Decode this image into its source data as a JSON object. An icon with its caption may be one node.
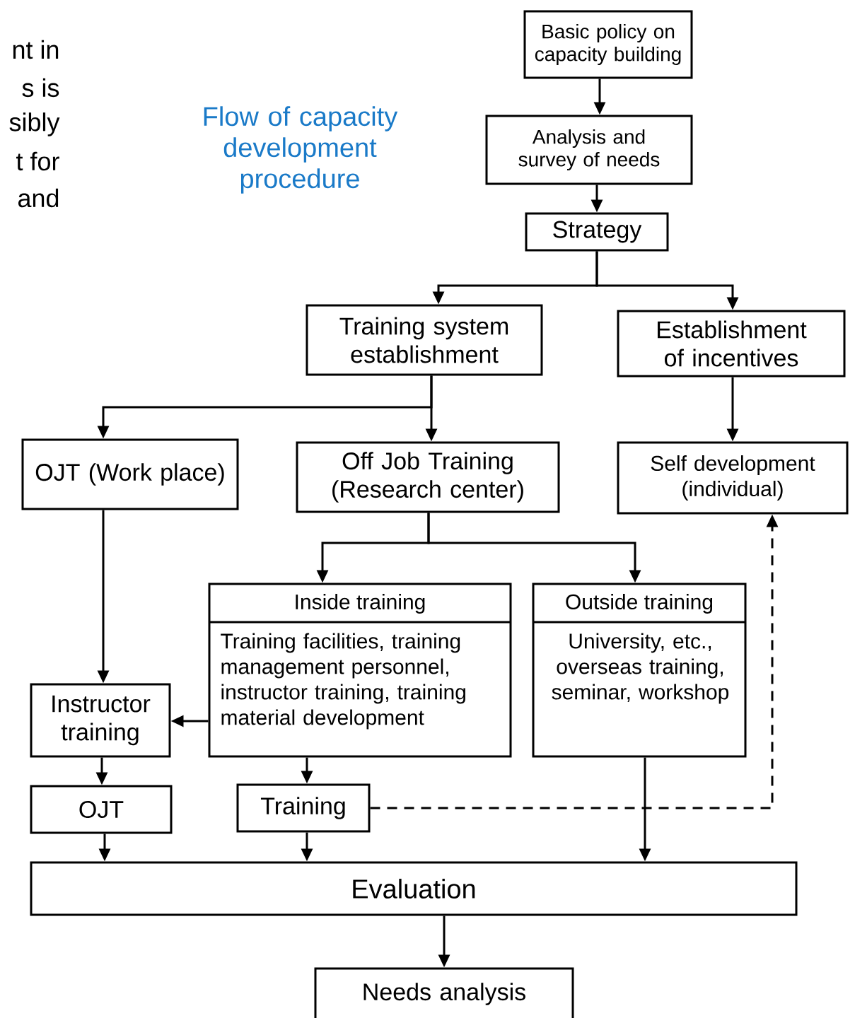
{
  "diagram": {
    "title": "Flow of capacity development procedure",
    "nodes": [
      {
        "text": [
          "Basic policy on capacity building"
        ]
      },
      {
        "text": [
          "Analysis and survey of needs"
        ]
      },
      {
        "text": [
          "Strategy"
        ]
      },
      {
        "text": [
          "Training system establishment"
        ]
      },
      {
        "text": [
          "Establishment of incentives"
        ]
      },
      {
        "text": [
          "OJT (Work place)"
        ]
      },
      {
        "text": [
          "Off Job Training (Research center)"
        ]
      },
      {
        "text": [
          "Self development (individual)"
        ]
      },
      {
        "text": [
          "Inside training",
          "Training facilities, training management personnel, instructor training, training material development"
        ]
      },
      {
        "text": [
          "Outside training",
          "University, etc., overseas training, seminar, workshop"
        ]
      },
      {
        "text": [
          "Instructor training"
        ]
      },
      {
        "text": [
          "OJT"
        ]
      },
      {
        "text": [
          "Training"
        ]
      },
      {
        "text": [
          "Evaluation"
        ]
      },
      {
        "text": [
          "Needs analysis"
        ]
      }
    ],
    "edges": [
      {
        "from": 0,
        "to": 1,
        "arrow": "to"
      },
      {
        "from": 1,
        "to": 2,
        "arrow": "to"
      },
      {
        "from": 2,
        "to": 3,
        "arrow": "to"
      },
      {
        "from": 2,
        "to": 4,
        "arrow": "to"
      },
      {
        "from": 3,
        "to": 5,
        "arrow": "to"
      },
      {
        "from": 3,
        "to": 6,
        "arrow": "to"
      },
      {
        "from": 4,
        "to": 7,
        "arrow": "to"
      },
      {
        "from": 6,
        "to": 8,
        "arrow": "to"
      },
      {
        "from": 6,
        "to": 9,
        "arrow": "to"
      },
      {
        "from": 5,
        "to": 10,
        "arrow": "to"
      },
      {
        "from": 8,
        "to": 10,
        "arrow": "to"
      },
      {
        "from": 10,
        "to": 11,
        "arrow": "to"
      },
      {
        "from": 8,
        "to": 12,
        "arrow": "to"
      },
      {
        "from": 11,
        "to": 13,
        "arrow": "to"
      },
      {
        "from": 12,
        "to": 13,
        "arrow": "to"
      },
      {
        "from": 9,
        "to": 13,
        "arrow": "to"
      },
      {
        "from": 13,
        "to": 14,
        "arrow": "to"
      },
      {
        "from": 12,
        "to": 7,
        "arrow": "to",
        "style": "dashed"
      }
    ],
    "labels": [
      "nt in",
      "s is",
      "sibly",
      "t for",
      "and"
    ]
  }
}
